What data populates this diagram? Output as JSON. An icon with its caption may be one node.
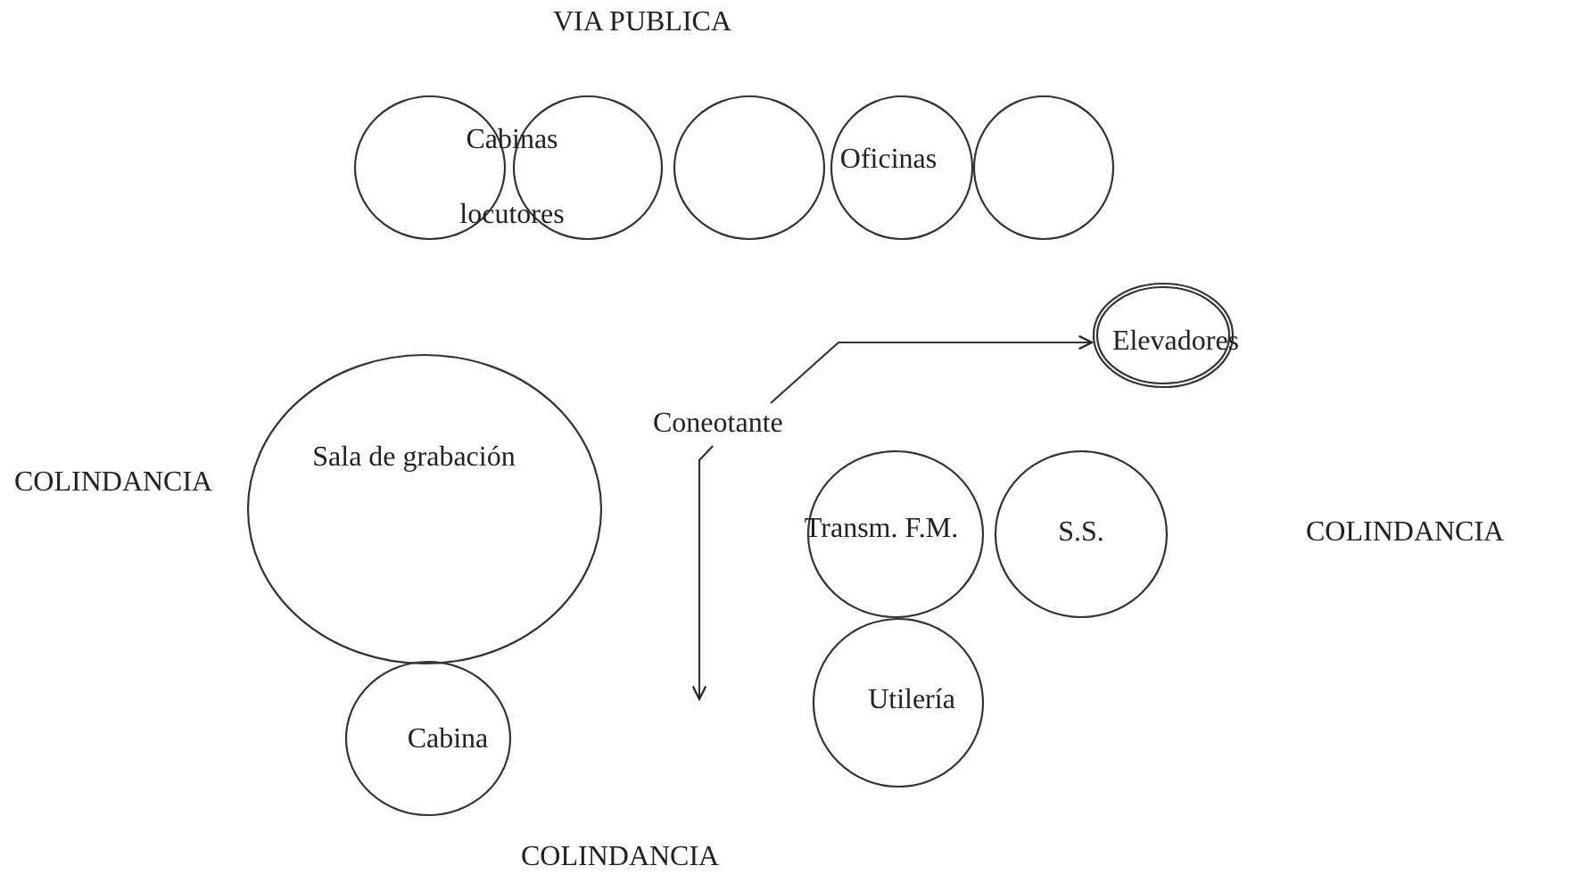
{
  "diagram": {
    "nodes": [
      {
        "text": [],
        "shape": "circle"
      },
      {
        "text": [],
        "shape": "circle"
      },
      {
        "text": [],
        "shape": "circle"
      },
      {
        "text": [
          "Oficinas"
        ]
      },
      {
        "text": [],
        "shape": "circle"
      },
      {
        "text": [
          "Elevadores"
        ]
      },
      {
        "text": [
          "Coneotante"
        ]
      },
      {
        "text": [
          "Sala de grabación"
        ]
      },
      {
        "text": [
          "Transm. F.M."
        ]
      },
      {
        "text": [
          "S.S."
        ]
      },
      {
        "text": [
          "Cabina"
        ]
      },
      {
        "text": [
          "Utilería"
        ]
      }
    ],
    "edges": [
      {
        "from": 6,
        "to": 5,
        "arrow": "to"
      },
      {
        "from": 6,
        "to": null,
        "arrow": "to"
      }
    ],
    "labels": [
      "VIA PUBLICA",
      "Cabinas locutores",
      "COLINDANCIA",
      "COLINDANCIA",
      "COLINDANCIA"
    ]
  }
}
